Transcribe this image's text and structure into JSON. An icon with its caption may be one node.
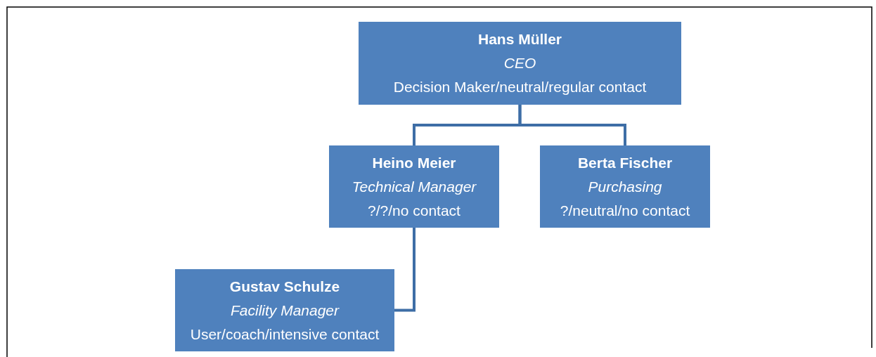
{
  "diagram": {
    "nodes": [
      {
        "text": [
          "Hans Müller",
          "CEO",
          "Decision Maker/neutral/regular contact"
        ]
      },
      {
        "text": [
          "Heino Meier",
          "Technical Manager",
          "?/?/no contact"
        ]
      },
      {
        "text": [
          "Berta Fischer",
          "Purchasing",
          "?/neutral/no contact"
        ]
      },
      {
        "text": [
          "Gustav Schulze",
          "Facility Manager",
          "User/coach/intensive contact"
        ]
      }
    ],
    "edges": [
      {
        "from": 0,
        "to": 1,
        "arrow": "none"
      },
      {
        "from": 0,
        "to": 2,
        "arrow": "none"
      },
      {
        "from": 1,
        "to": 3,
        "arrow": "none"
      }
    ]
  }
}
